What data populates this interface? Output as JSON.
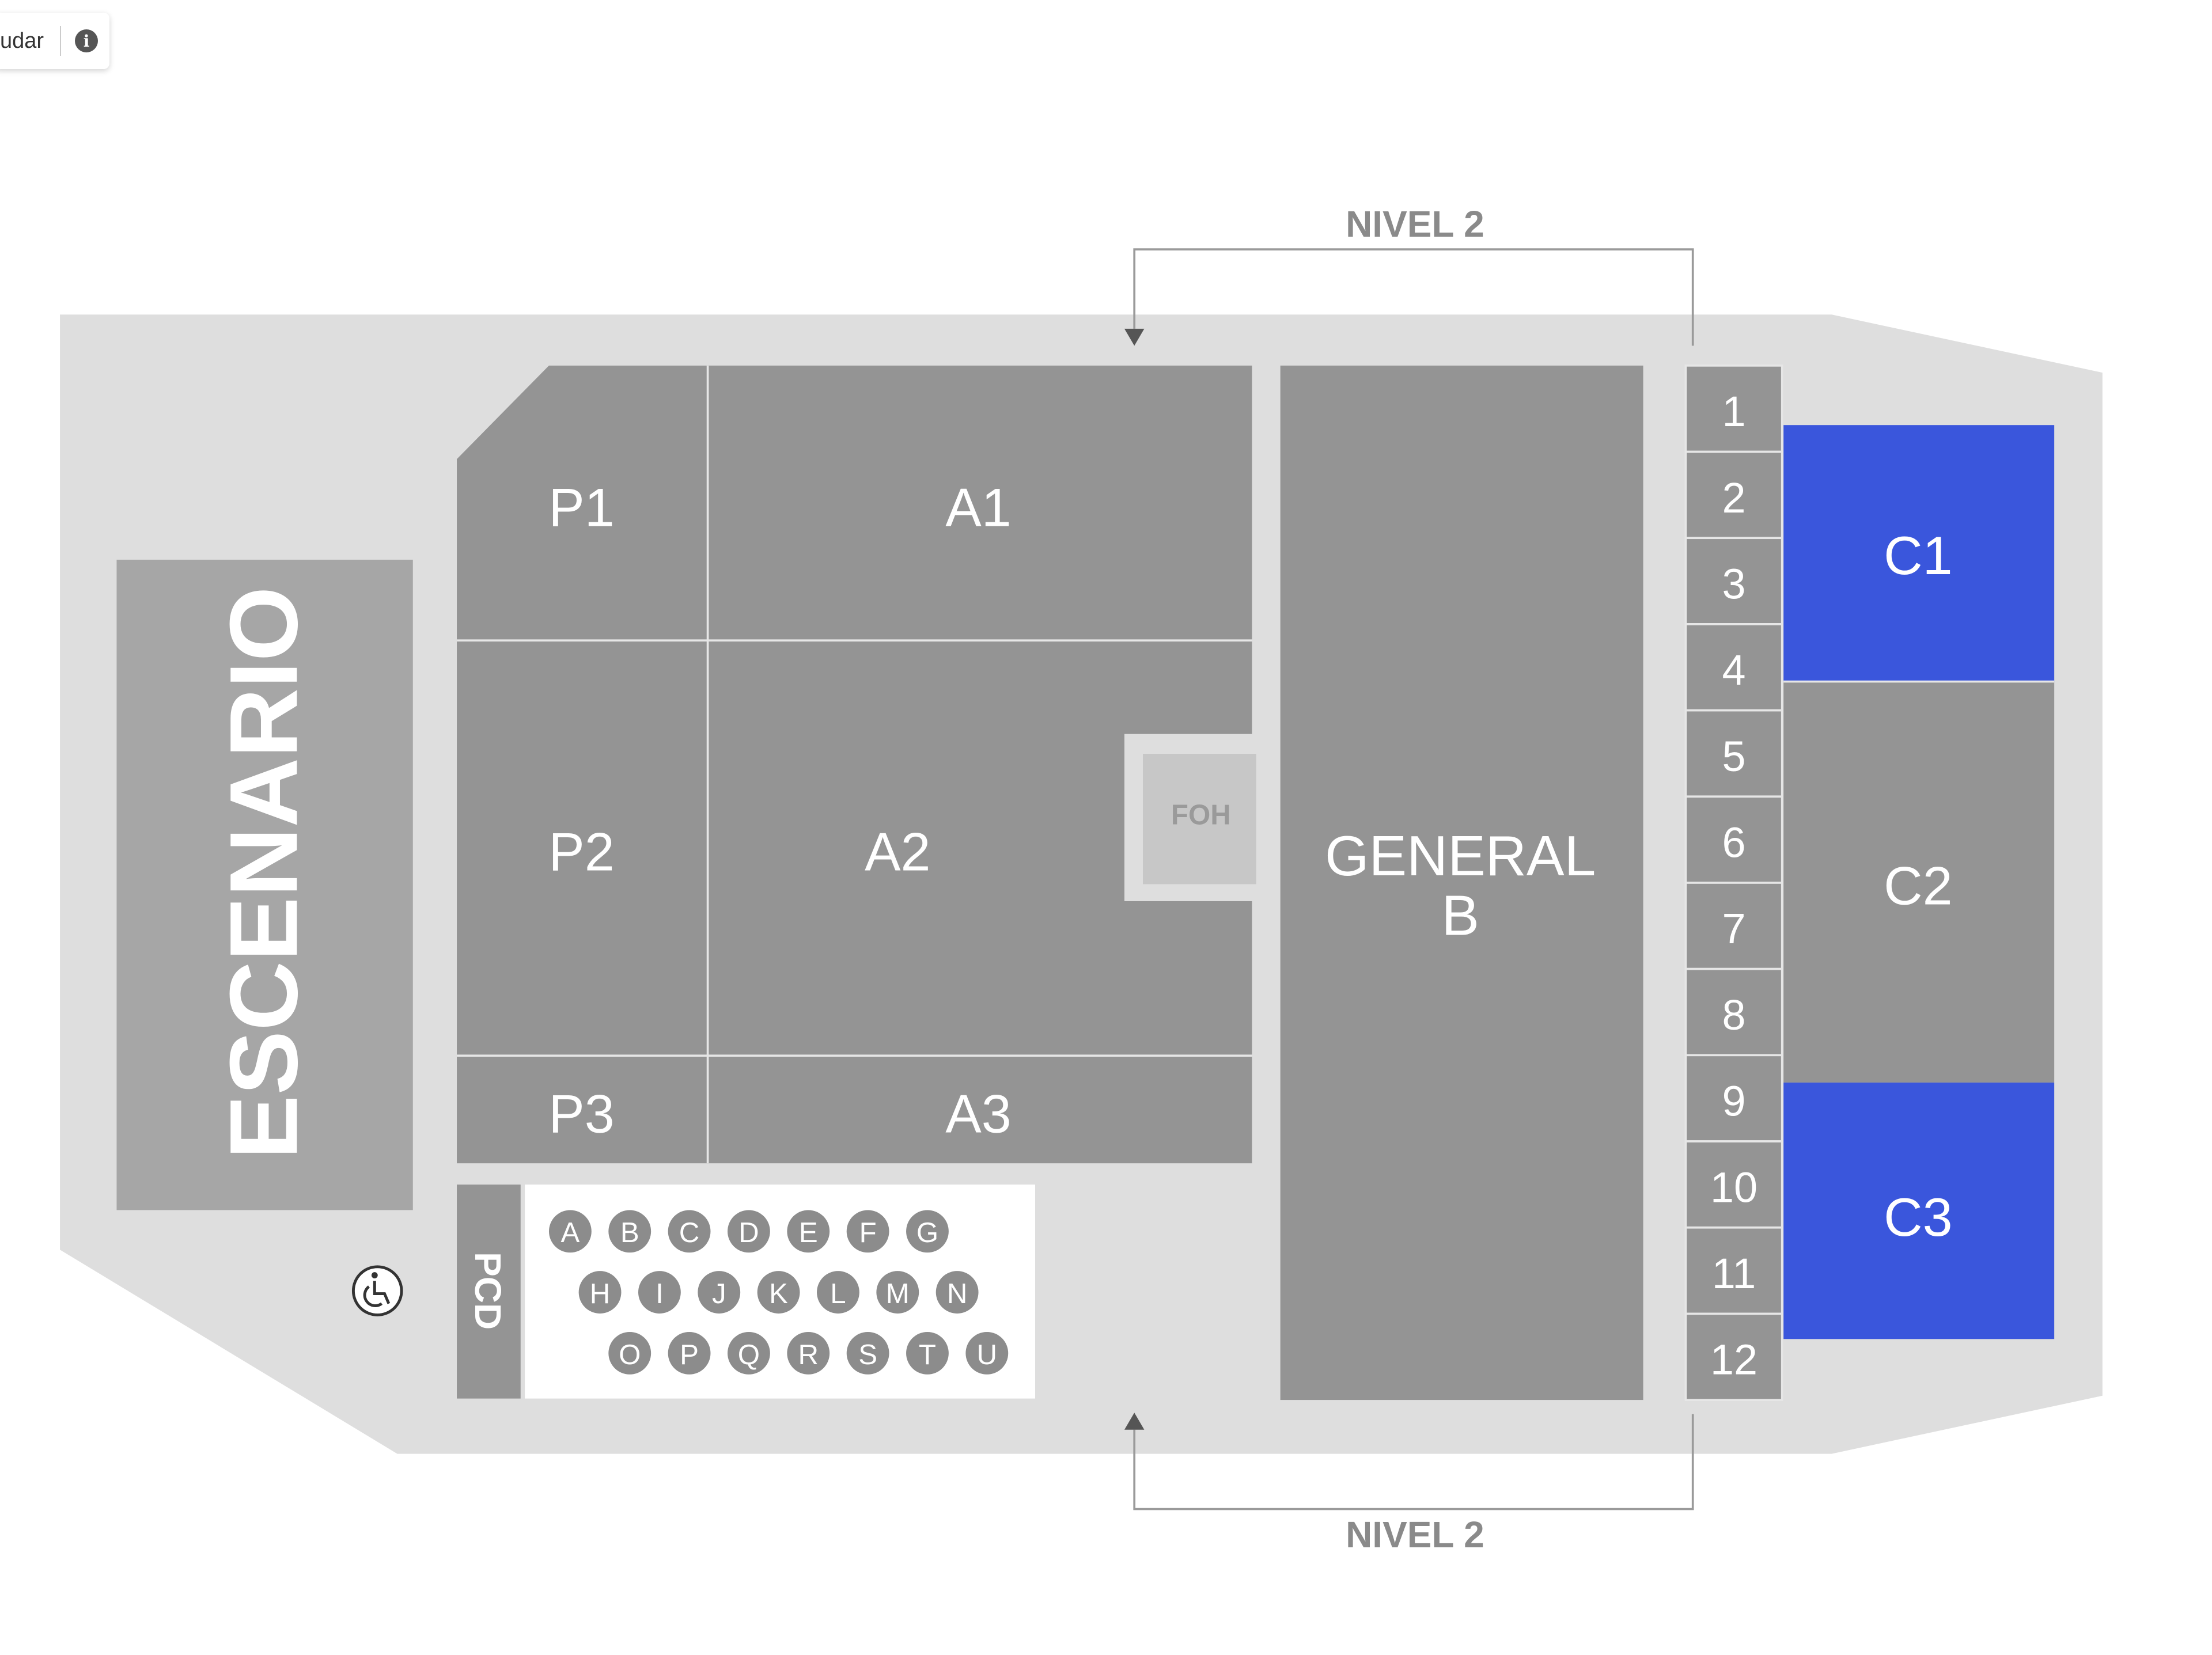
{
  "toolbar": {
    "partial_label": "udar",
    "info_glyph": "i"
  },
  "map": {
    "stage_label": "ESCENARIO",
    "nivel_top": "NIVEL 2",
    "nivel_bottom": "NIVEL 2",
    "foh_label": "FOH",
    "pcd_label": "PCD",
    "general_line1": "GENERAL",
    "general_line2": "B",
    "sections": [
      "P1",
      "A1",
      "P2",
      "A2",
      "P3",
      "A3",
      "C1",
      "C2",
      "C3"
    ],
    "row_numbers": [
      "1",
      "2",
      "3",
      "4",
      "5",
      "6",
      "7",
      "8",
      "9",
      "10",
      "11",
      "12"
    ],
    "pcd_rows": [
      [
        "A",
        "B",
        "C",
        "D",
        "E",
        "F",
        "G"
      ],
      [
        "H",
        "I",
        "J",
        "K",
        "L",
        "M",
        "N"
      ],
      [
        "O",
        "P",
        "Q",
        "R",
        "S",
        "T",
        "U"
      ]
    ],
    "colors": {
      "floor": "#dedede",
      "section": "#949494",
      "stage": "#a6a6a6",
      "foh": "#c7c7c7",
      "available": "#3a56dc",
      "divider": "#e6e6e6",
      "seat": "#8c8c8c"
    }
  }
}
